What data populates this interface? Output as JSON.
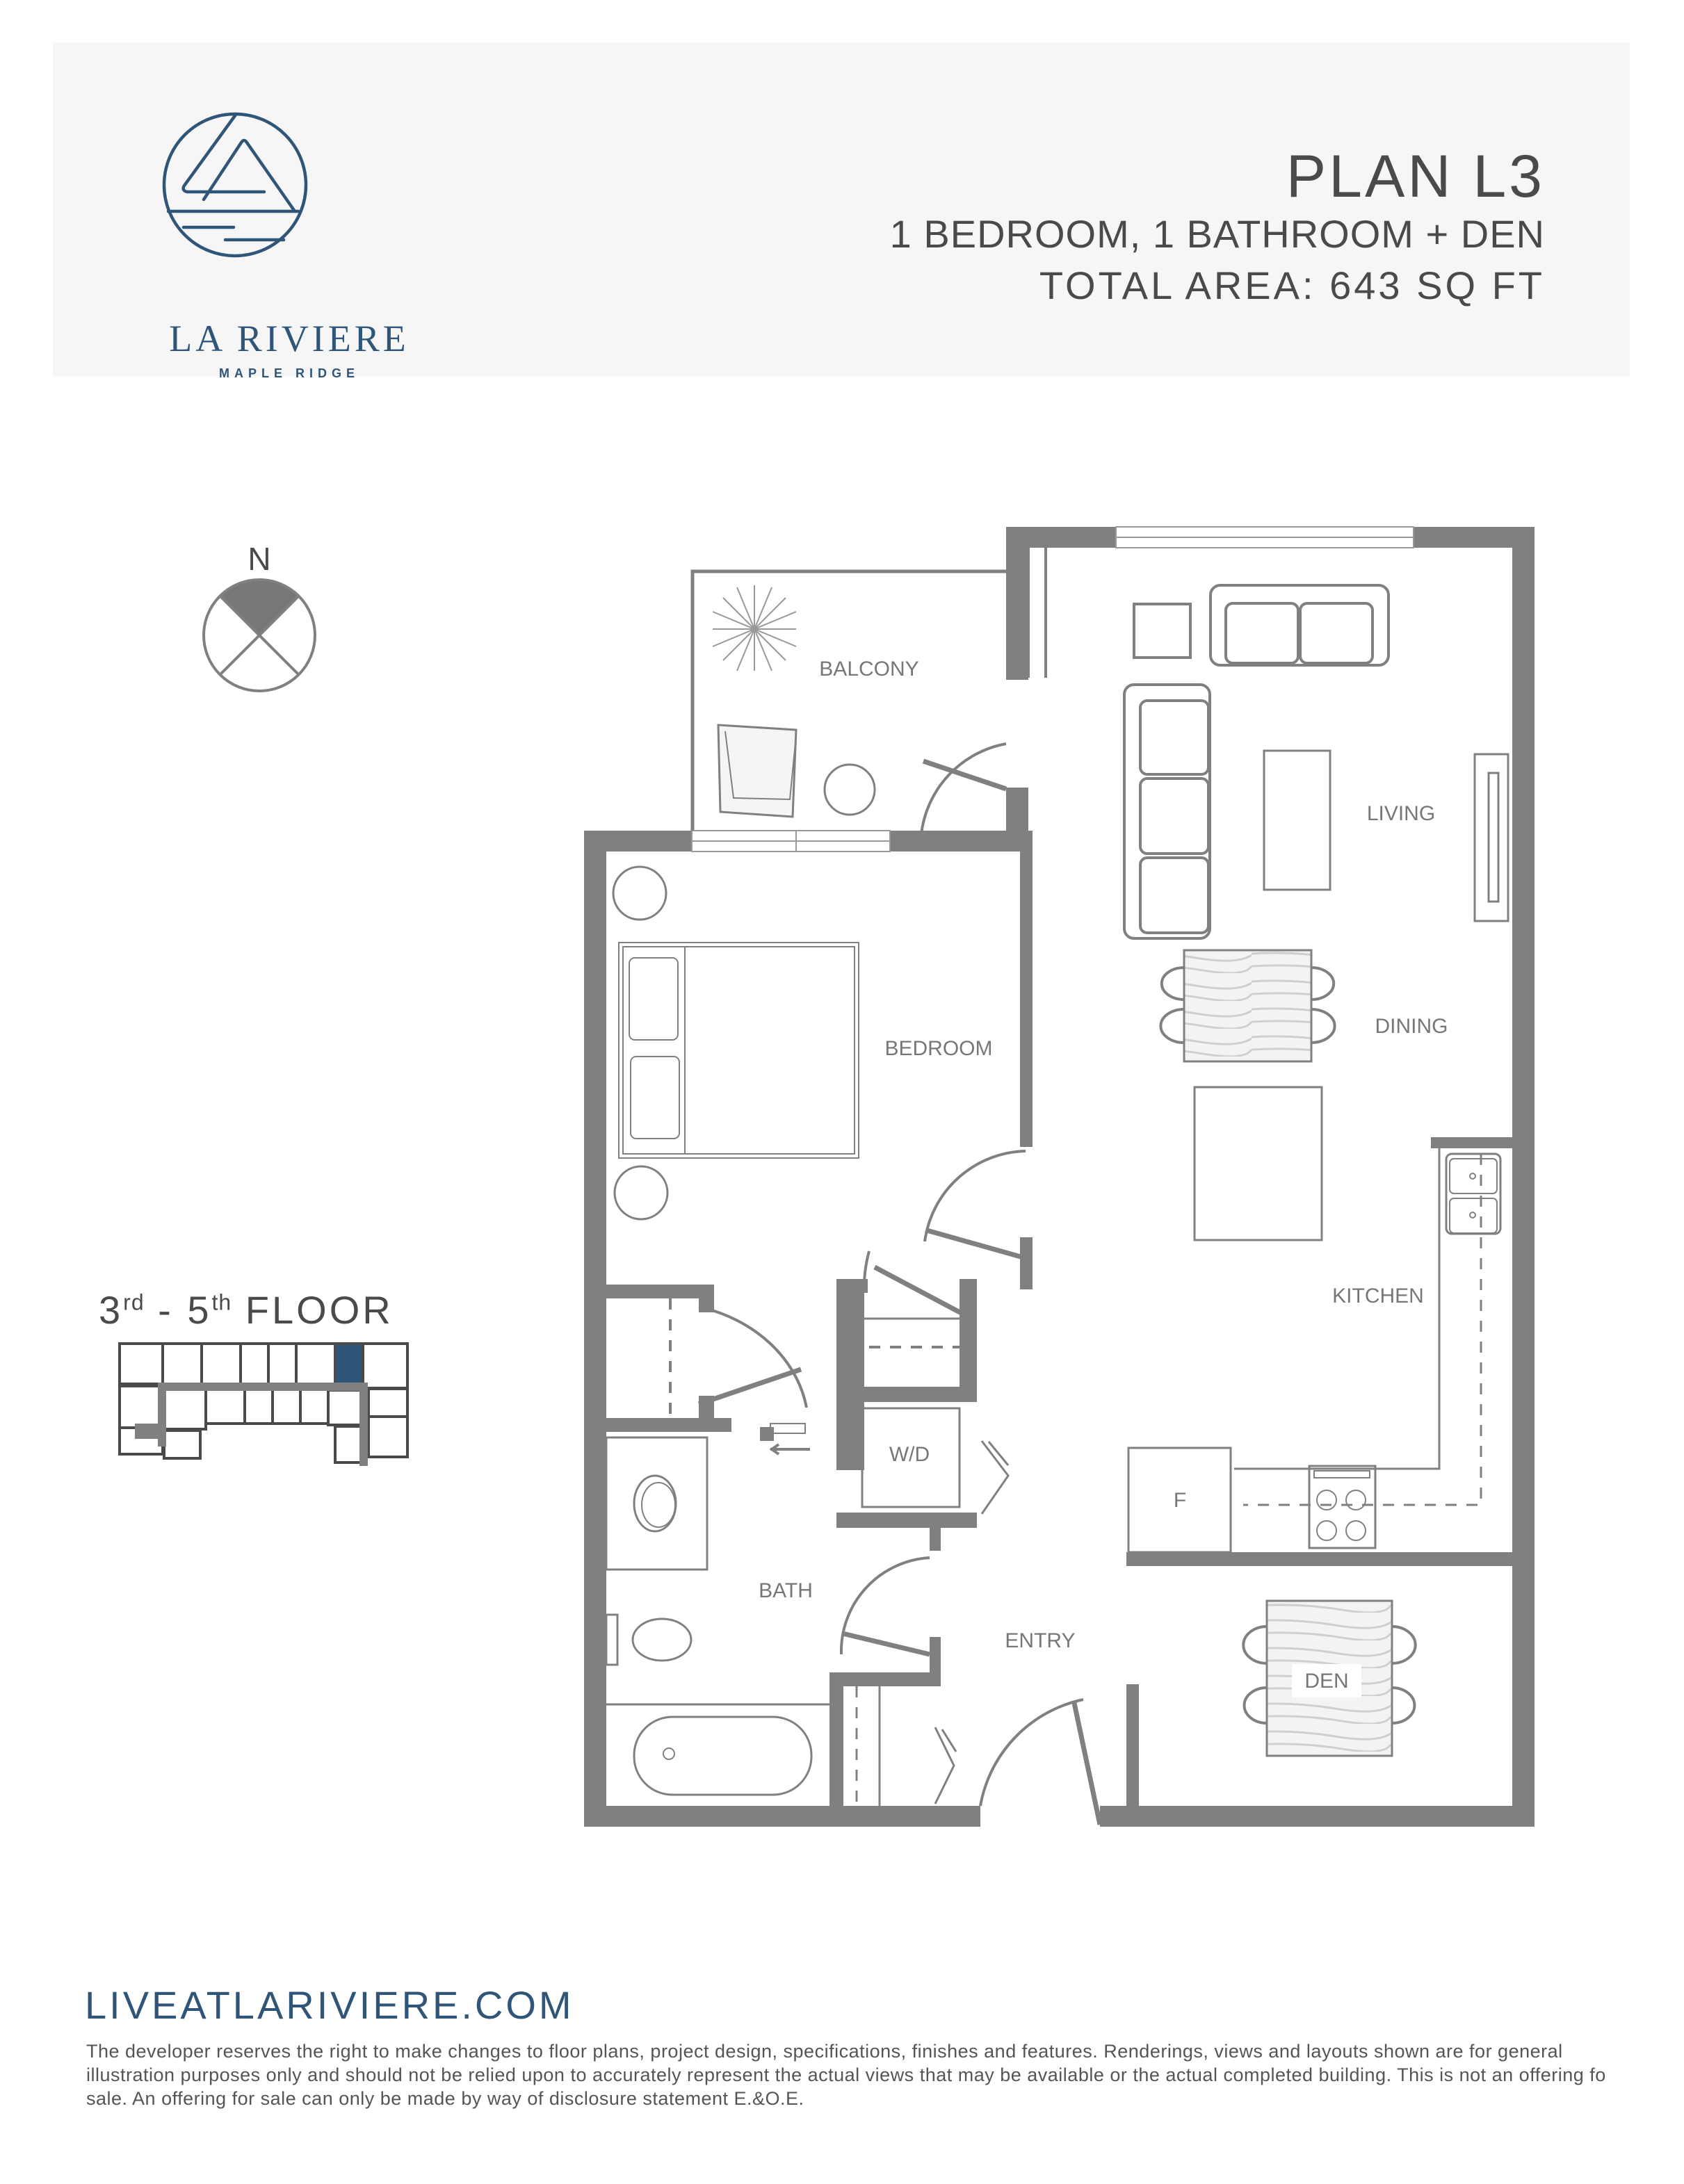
{
  "header": {
    "brand": {
      "name": "LA RIVIERE",
      "subtitle": "MAPLE RIDGE",
      "accent_color": "#2f5578"
    },
    "plan_title": "PLAN L3",
    "plan_rooms": "1 BEDROOM, 1 BATHROOM + DEN",
    "total_area": "TOTAL AREA: 643 SQ FT"
  },
  "compass": {
    "label": "N",
    "icon": "north-compass-icon"
  },
  "floor_key": {
    "title_prefix": "3",
    "title_prefix_sup": "rd",
    "title_mid": " - 5",
    "title_mid_sup": "th",
    "title_suffix": " FLOOR",
    "highlight_color": "#2f5578"
  },
  "rooms": {
    "balcony": "BALCONY",
    "living": "LIVING",
    "bedroom": "BEDROOM",
    "dining": "DINING",
    "kitchen": "KITCHEN",
    "wd": "W/D",
    "fridge": "F",
    "bath": "BATH",
    "entry": "ENTRY",
    "den": "DEN"
  },
  "footer": {
    "website": "LIVEATLARIVIERE.COM",
    "disclaimer": "The developer reserves the right to make changes to floor plans, project design, specifications, finishes and features. Renderings, views and layouts shown are for general illustration purposes only and should not be relied upon to accurately represent the actual views that may be available or the actual completed building. This is not an offering fo sale. An offering for sale can only be made by way of disclosure statement E.&O.E."
  },
  "colors": {
    "wall": "#808080",
    "line": "#808080",
    "header_bg": "#f6f6f6",
    "text_dark": "#4a4a4a"
  }
}
